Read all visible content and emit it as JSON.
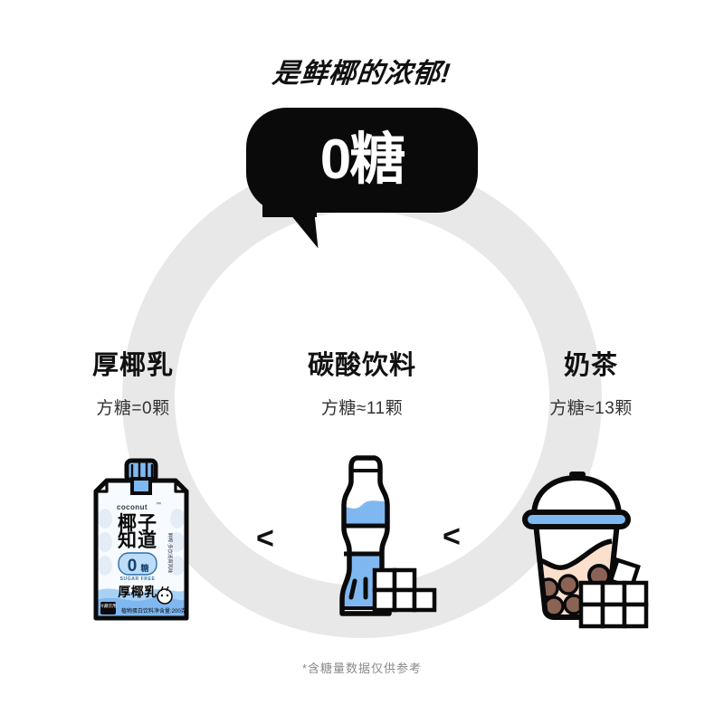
{
  "headline": "是鲜椰的浓郁!",
  "bubble": {
    "label": "0糖"
  },
  "columns": [
    {
      "id": "coconut-milk",
      "title": "厚椰乳",
      "sugar_text": "方糖=0颗",
      "sugar_cubes": 0,
      "product_icon": "coconut-milk-carton-icon"
    },
    {
      "id": "carbonated-drink",
      "title": "碳酸饮料",
      "sugar_text": "方糖≈11颗",
      "sugar_cubes": 11,
      "product_icon": "soda-bottle-icon"
    },
    {
      "id": "milk-tea",
      "title": "奶茶",
      "sugar_text": "方糖≈13颗",
      "sugar_cubes": 13,
      "product_icon": "bubble-tea-cup-icon"
    }
  ],
  "comparisons": [
    {
      "symbol": "<"
    },
    {
      "symbol": "<"
    }
  ],
  "carton": {
    "brand_latin": "coconut",
    "trademark": "™",
    "brand_cn_line1": "椰子",
    "brand_cn_line2": "知道",
    "badge_value": "0",
    "badge_unit": "糖",
    "badge_sub": "SUGAR FREE",
    "side_text": "鲜榨·多饮清爽风味",
    "product_name": "厚椰乳",
    "corner_tag": "冷藏饮用",
    "category": "植物蛋白饮料",
    "net_weight": "净含量:200克"
  },
  "footnote": "*含糖量数据仅供参考",
  "colors": {
    "background": "#ffffff",
    "ring": "#e8e8e8",
    "ink": "#0a0a0a",
    "blue": "#7fb8f0",
    "blue_deep": "#5ba3e8",
    "tea": "#fbe0ce",
    "boba": "#8b6355",
    "boba_dark": "#6b4a3e",
    "muted_text": "#8a8a8a"
  }
}
